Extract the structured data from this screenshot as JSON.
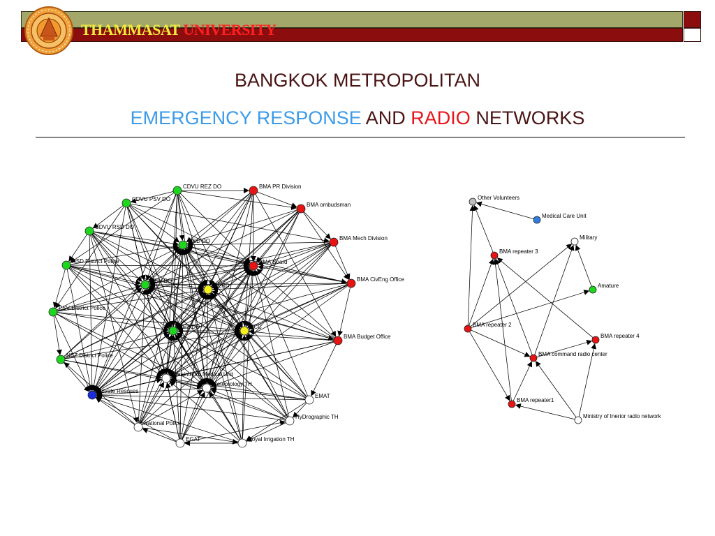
{
  "header": {
    "brand_part1": "THAMMASAT",
    "brand_part2": "UNIVERSITY",
    "colors": {
      "olive": "#a3a86a",
      "maroon": "#8b0d0d",
      "brand_yellow": "#f2ea3a",
      "brand_red": "#ff1f1f"
    },
    "logo_icon": "university-seal-icon"
  },
  "title": {
    "line1": "BANGKOK METROPOLITAN",
    "line2_part1": "EMERGENCY RESPONSE",
    "line2_part2": "AND",
    "line2_part3": "RADIO",
    "line2_part4": "NETWORKS"
  },
  "networks": {
    "node_colors": {
      "green": "#1fd61f",
      "red": "#e81414",
      "yellow": "#f5f01e",
      "blue": "#1a2ee0",
      "white": "#ffffff",
      "gray": "#bdbdbd",
      "lightblue": "#2f7fe0"
    },
    "emergency": {
      "nodes": [
        {
          "id": "cdvu_rez",
          "label": "CDVU REZ DO",
          "color": "green"
        },
        {
          "id": "bma_pr",
          "label": "BMA PR Division",
          "color": "red"
        },
        {
          "id": "cdvu_psv",
          "label": "CDVU PSV DO",
          "color": "green"
        },
        {
          "id": "bma_omb",
          "label": "BMA ombudsman",
          "color": "red"
        },
        {
          "id": "cdvu_rsd",
          "label": "CDVU RSD DO",
          "color": "green"
        },
        {
          "id": "rsd_do",
          "label": "RSD DO",
          "color": "green"
        },
        {
          "id": "bma_mech",
          "label": "BMA Mech Division",
          "color": "red"
        },
        {
          "id": "bma_board",
          "label": "BMA Board",
          "color": "red"
        },
        {
          "id": "rsd_police",
          "label": "RSD District Police",
          "color": "green"
        },
        {
          "id": "psv_do",
          "label": "PSV DO",
          "color": "green"
        },
        {
          "id": "cerd",
          "label": "CERD",
          "color": "yellow"
        },
        {
          "id": "bma_civeng",
          "label": "BMA CivEng Office",
          "color": "red"
        },
        {
          "id": "psv_police",
          "label": "PSV District Police",
          "color": "green"
        },
        {
          "id": "nez_do",
          "label": "NEZ DO",
          "color": "green"
        },
        {
          "id": "ecc",
          "label": "ECC",
          "color": "yellow"
        },
        {
          "id": "bma_budget",
          "label": "BMA Budget Office",
          "color": "red"
        },
        {
          "id": "nez_police",
          "label": "NEZ District Police",
          "color": "green"
        },
        {
          "id": "narainthorn",
          "label": "Narainthorn Medical Unit",
          "color": "white"
        },
        {
          "id": "meteorology",
          "label": "Meteorology TH",
          "color": "white"
        },
        {
          "id": "private_rescues",
          "label": "Private Rescues",
          "color": "blue"
        },
        {
          "id": "emat",
          "label": "EMAT",
          "color": "white"
        },
        {
          "id": "hydrographic",
          "label": "HyDrographic TH",
          "color": "white"
        },
        {
          "id": "national_police",
          "label": "National Police",
          "color": "white"
        },
        {
          "id": "egat",
          "label": "EGAT",
          "color": "white"
        },
        {
          "id": "royal_irrigation",
          "label": "Royal Irrigation TH",
          "color": "white"
        }
      ]
    },
    "radio": {
      "nodes": [
        {
          "id": "other_vol",
          "label": "Other Volunteers",
          "color": "gray"
        },
        {
          "id": "medical",
          "label": "Medical Care Unit",
          "color": "lightblue"
        },
        {
          "id": "military",
          "label": "Military",
          "color": "white"
        },
        {
          "id": "rep3",
          "label": "BMA repeater 3",
          "color": "red"
        },
        {
          "id": "amature",
          "label": "Amature",
          "color": "green"
        },
        {
          "id": "rep2",
          "label": "BMA repeater 2",
          "color": "red"
        },
        {
          "id": "rep4",
          "label": "BMA repeater 4",
          "color": "red"
        },
        {
          "id": "command",
          "label": "BMA command radio center",
          "color": "red"
        },
        {
          "id": "rep1",
          "label": "BMA repeater1",
          "color": "red"
        },
        {
          "id": "ministry",
          "label": "Ministry of Inerior radio network",
          "color": "white"
        }
      ],
      "edges": [
        [
          "medical",
          "other_vol"
        ],
        [
          "rep3",
          "other_vol"
        ],
        [
          "rep2",
          "other_vol"
        ],
        [
          "rep2",
          "rep3"
        ],
        [
          "command",
          "rep3"
        ],
        [
          "rep4",
          "rep3"
        ],
        [
          "rep2",
          "military"
        ],
        [
          "command",
          "military"
        ],
        [
          "amature",
          "military"
        ],
        [
          "rep2",
          "amature"
        ],
        [
          "rep2",
          "command"
        ],
        [
          "rep2",
          "rep1"
        ],
        [
          "command",
          "rep4"
        ],
        [
          "ministry",
          "rep4"
        ],
        [
          "rep1",
          "command"
        ],
        [
          "ministry",
          "command"
        ],
        [
          "ministry",
          "rep1"
        ],
        [
          "rep1",
          "rep3"
        ]
      ]
    }
  }
}
